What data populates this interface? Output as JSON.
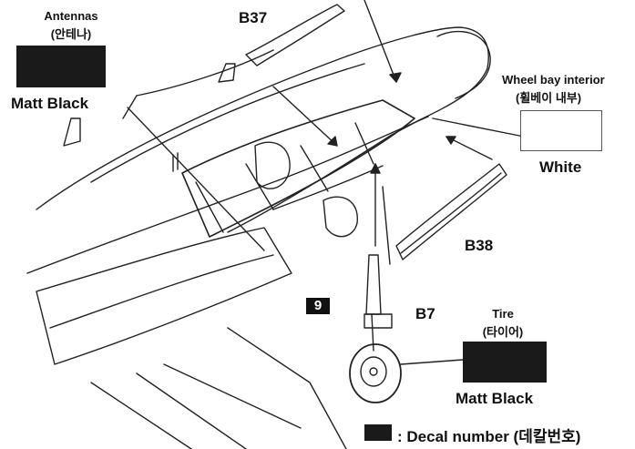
{
  "callouts": {
    "antennas": {
      "title": "Antennas",
      "korean": "(안테나)",
      "color_name": "Matt Black",
      "swatch_color": "#1a1a1a"
    },
    "wheel_bay": {
      "title": "Wheel bay interior",
      "korean": "(휠베이 내부)",
      "color_name": "White",
      "swatch_color": "#ffffff"
    },
    "tire": {
      "title": "Tire",
      "korean": "(타이어)",
      "color_name": "Matt Black",
      "swatch_color": "#1a1a1a"
    }
  },
  "parts": {
    "b37": "B37",
    "b38": "B38",
    "b7": "B7"
  },
  "decal": {
    "number": "9"
  },
  "legend": {
    "text": ": Decal number (데칼번호)"
  }
}
